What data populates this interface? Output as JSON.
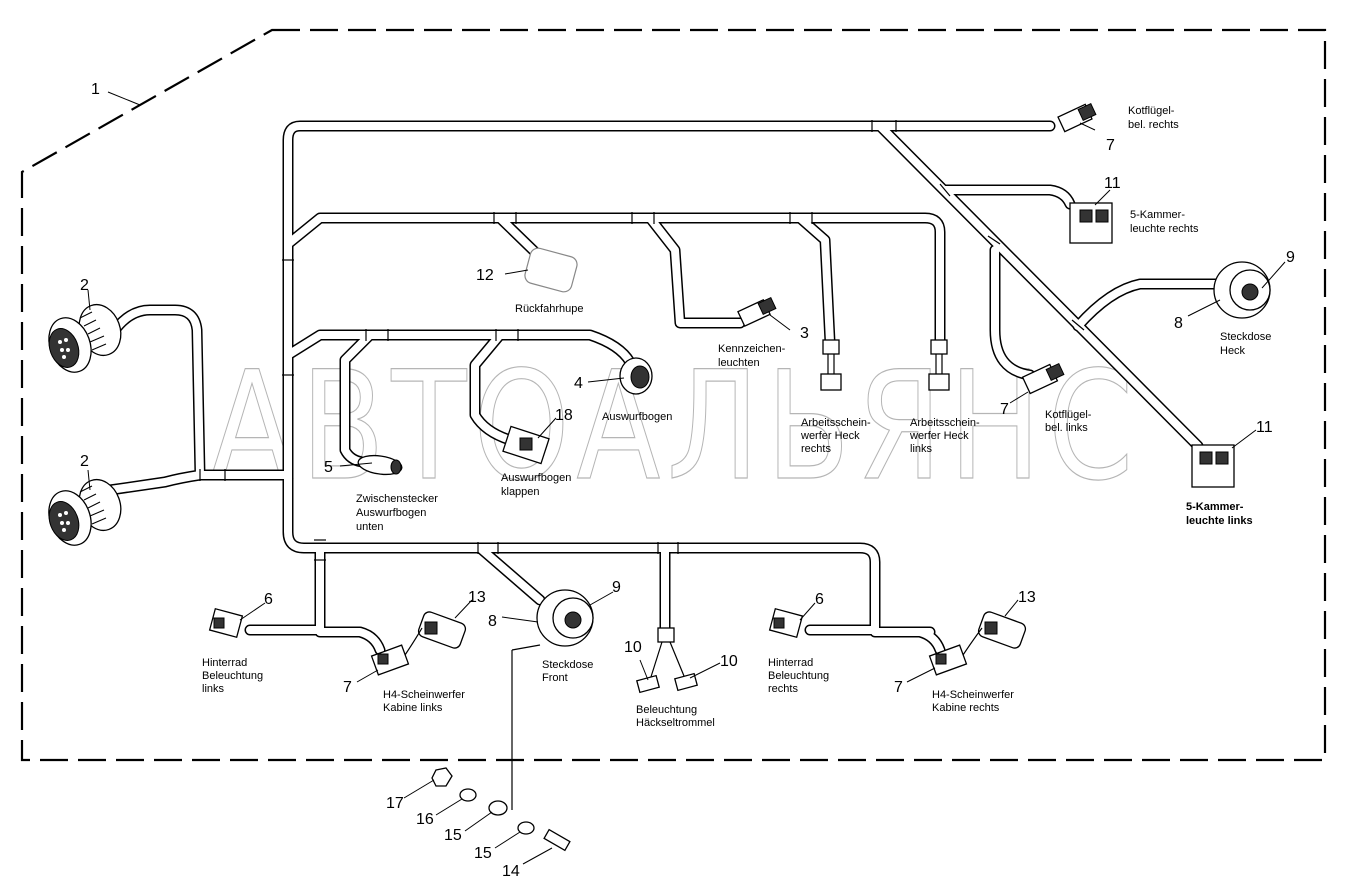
{
  "diagram": {
    "watermark": "АВТОАЛЬЯНС",
    "callouts": {
      "c1": "1",
      "c2a": "2",
      "c2b": "2",
      "c3": "3",
      "c4": "4",
      "c5": "5",
      "c6a": "6",
      "c6b": "6",
      "c7a": "7",
      "c7b": "7",
      "c7c": "7",
      "c7d": "7",
      "c8a": "8",
      "c8b": "8",
      "c9a": "9",
      "c9b": "9",
      "c10a": "10",
      "c10b": "10",
      "c11a": "11",
      "c11b": "11",
      "c12": "12",
      "c13a": "13",
      "c13b": "13",
      "c14": "14",
      "c15a": "15",
      "c15b": "15",
      "c16": "16",
      "c17": "17",
      "c18": "18"
    },
    "labels": {
      "kotfluegel_rechts": [
        "Kotflügel-",
        "bel. rechts"
      ],
      "kammer_rechts": [
        "5-Kammer-",
        "leuchte rechts"
      ],
      "steckdose_heck": [
        "Steckdose",
        "Heck"
      ],
      "rueckfahrhupe": [
        "Rückfahrhupe"
      ],
      "kennzeichen": [
        "Kennzeichen-",
        "leuchten"
      ],
      "auswurfbogen": [
        "Auswurfbogen"
      ],
      "arbeit_rechts": [
        "Arbeitsschein-",
        "werfer Heck",
        "rechts"
      ],
      "arbeit_links": [
        "Arbeitsschein-",
        "werfer Heck",
        "links"
      ],
      "kotfluegel_links": [
        "Kotflügel-",
        "bel. links"
      ],
      "kammer_links": [
        "5-Kammer-",
        "leuchte links"
      ],
      "zwischenstecker": [
        "Zwischenstecker",
        "Auswurfbogen",
        "unten"
      ],
      "auswurf_klappen": [
        "Auswurfbogen",
        "klappen"
      ],
      "hinterrad_links": [
        "Hinterrad",
        "Beleuchtung",
        "links"
      ],
      "h4_links": [
        "H4-Scheinwerfer",
        "Kabine links"
      ],
      "steckdose_front": [
        "Steckdose",
        "Front"
      ],
      "haeckseltrommel": [
        "Beleuchtung",
        "Häckseltrommel"
      ],
      "hinterrad_rechts": [
        "Hinterrad",
        "Beleuchtung",
        "rechts"
      ],
      "h4_rechts": [
        "H4-Scheinwerfer",
        "Kabine rechts"
      ]
    }
  }
}
